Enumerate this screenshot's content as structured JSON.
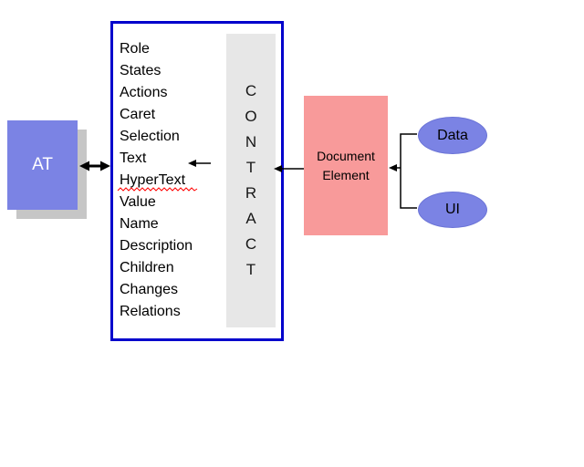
{
  "diagram": {
    "at": {
      "label": "AT"
    },
    "contract": {
      "items": [
        "Role",
        "States",
        "Actions",
        "Caret",
        "Selection",
        "Text",
        "HyperText",
        "Value",
        "Name",
        "Description",
        "Children",
        "Changes",
        "Relations"
      ],
      "strip": {
        "word": "CONTRACT",
        "letters": [
          "C",
          "O",
          "N",
          "T",
          "R",
          "A",
          "C",
          "T"
        ]
      }
    },
    "document_element": {
      "line1": "Document",
      "line2": "Element"
    },
    "nodes": {
      "data": "Data",
      "ui": "UI"
    },
    "colors": {
      "node_fill": "#7b83e4",
      "document_fill": "#f89a9a",
      "contract_border": "#0000cc",
      "strip_fill": "#e7e7e7",
      "shadow": "#c6c6c6",
      "squiggle": "#ff0000",
      "connector": "#000000"
    }
  }
}
